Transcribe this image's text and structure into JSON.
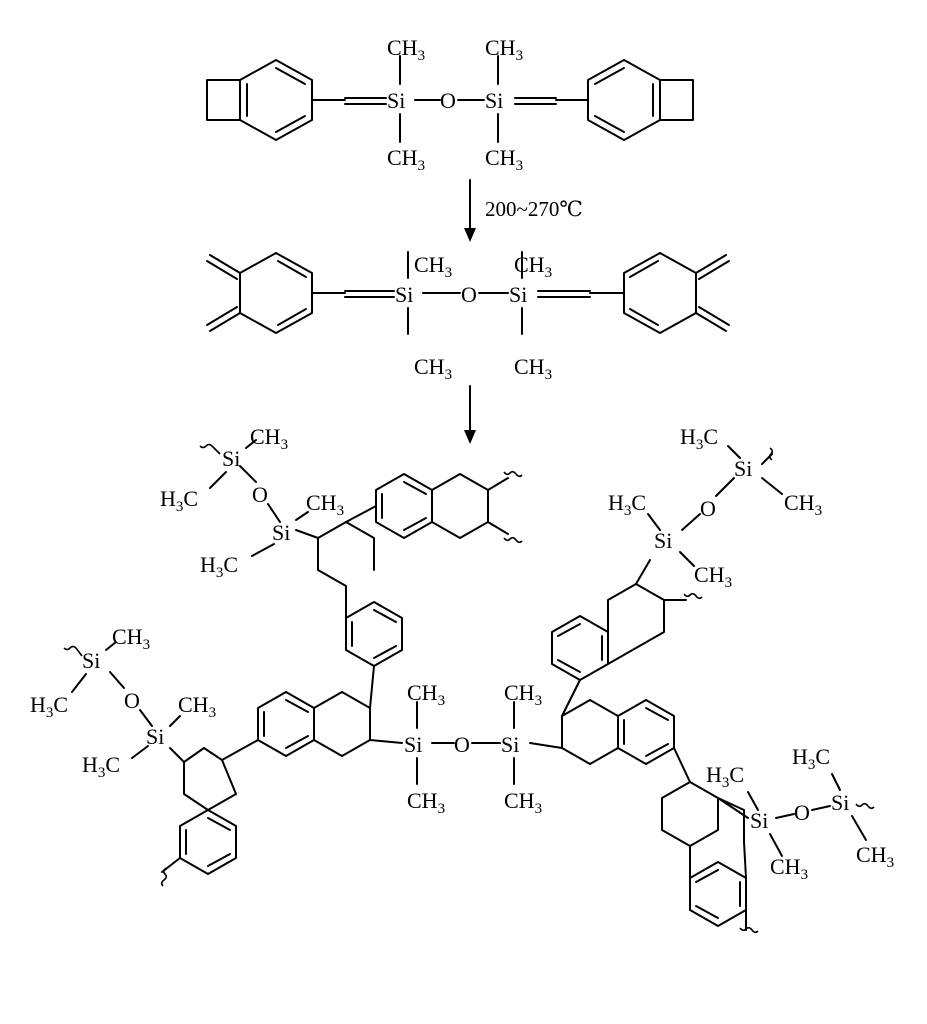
{
  "labels": {
    "ch3": "CH",
    "h3c_h": "H",
    "h3c_c": "C",
    "sub3": "3",
    "si": "Si",
    "o": "O"
  },
  "condition": "200~270℃",
  "colors": {
    "ink": "#000000",
    "background": "#ffffff"
  }
}
